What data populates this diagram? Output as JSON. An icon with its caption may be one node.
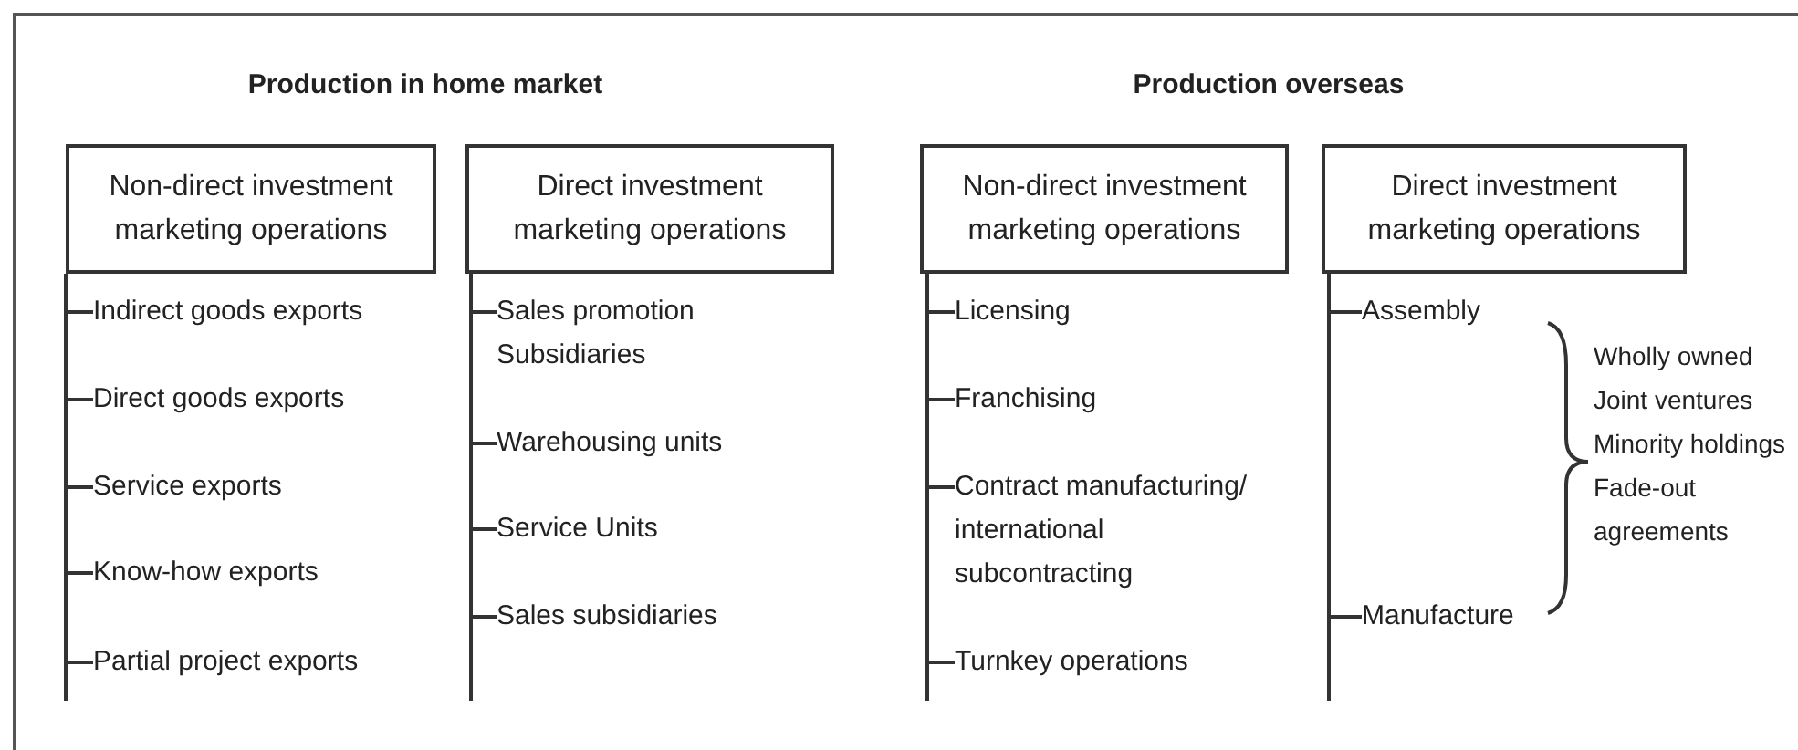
{
  "diagram": {
    "nodes": [
      {
        "text": [
          "Non-direct investment marketing operations"
        ]
      },
      {
        "text": [
          "Direct investment marketing operations"
        ]
      },
      {
        "text": [
          "Non-direct investment marketing operations"
        ]
      },
      {
        "text": [
          "Direct investment marketing operations"
        ]
      },
      {
        "text": [
          "Indirect goods exports"
        ]
      },
      {
        "text": [
          "Direct goods exports"
        ]
      },
      {
        "text": [
          "Service exports"
        ]
      },
      {
        "text": [
          "Know-how exports"
        ]
      },
      {
        "text": [
          "Partial project exports"
        ]
      },
      {
        "text": [
          "Sales promotion Subsidiaries"
        ]
      },
      {
        "text": [
          "Warehousing units"
        ]
      },
      {
        "text": [
          "Service Units"
        ]
      },
      {
        "text": [
          "Sales subsidiaries"
        ]
      },
      {
        "text": [
          "Licensing"
        ]
      },
      {
        "text": [
          "Franchising"
        ]
      },
      {
        "text": [
          "Contract manufacturing/ international subcontracting"
        ]
      },
      {
        "text": [
          "Turnkey operations"
        ]
      },
      {
        "text": [
          "Assembly"
        ]
      },
      {
        "text": [
          "Manufacture"
        ]
      }
    ],
    "edges": [
      {
        "from": 0,
        "to": 4,
        "arrow": "none"
      },
      {
        "from": 0,
        "to": 5,
        "arrow": "none"
      },
      {
        "from": 0,
        "to": 6,
        "arrow": "none"
      },
      {
        "from": 0,
        "to": 7,
        "arrow": "none"
      },
      {
        "from": 0,
        "to": 8,
        "arrow": "none"
      },
      {
        "from": 1,
        "to": 9,
        "arrow": "none"
      },
      {
        "from": 1,
        "to": 10,
        "arrow": "none"
      },
      {
        "from": 1,
        "to": 11,
        "arrow": "none"
      },
      {
        "from": 1,
        "to": 12,
        "arrow": "none"
      },
      {
        "from": 2,
        "to": 13,
        "arrow": "none"
      },
      {
        "from": 2,
        "to": 14,
        "arrow": "none"
      },
      {
        "from": 2,
        "to": 15,
        "arrow": "none"
      },
      {
        "from": 2,
        "to": 16,
        "arrow": "none"
      },
      {
        "from": 3,
        "to": 17,
        "arrow": "none"
      },
      {
        "from": 3,
        "to": 18,
        "arrow": "none"
      }
    ],
    "labels": [
      "Production in home market",
      "Production overseas",
      "Wholly owned",
      "Joint ventures",
      "Minority holdings",
      "Fade-out agreements"
    ]
  }
}
